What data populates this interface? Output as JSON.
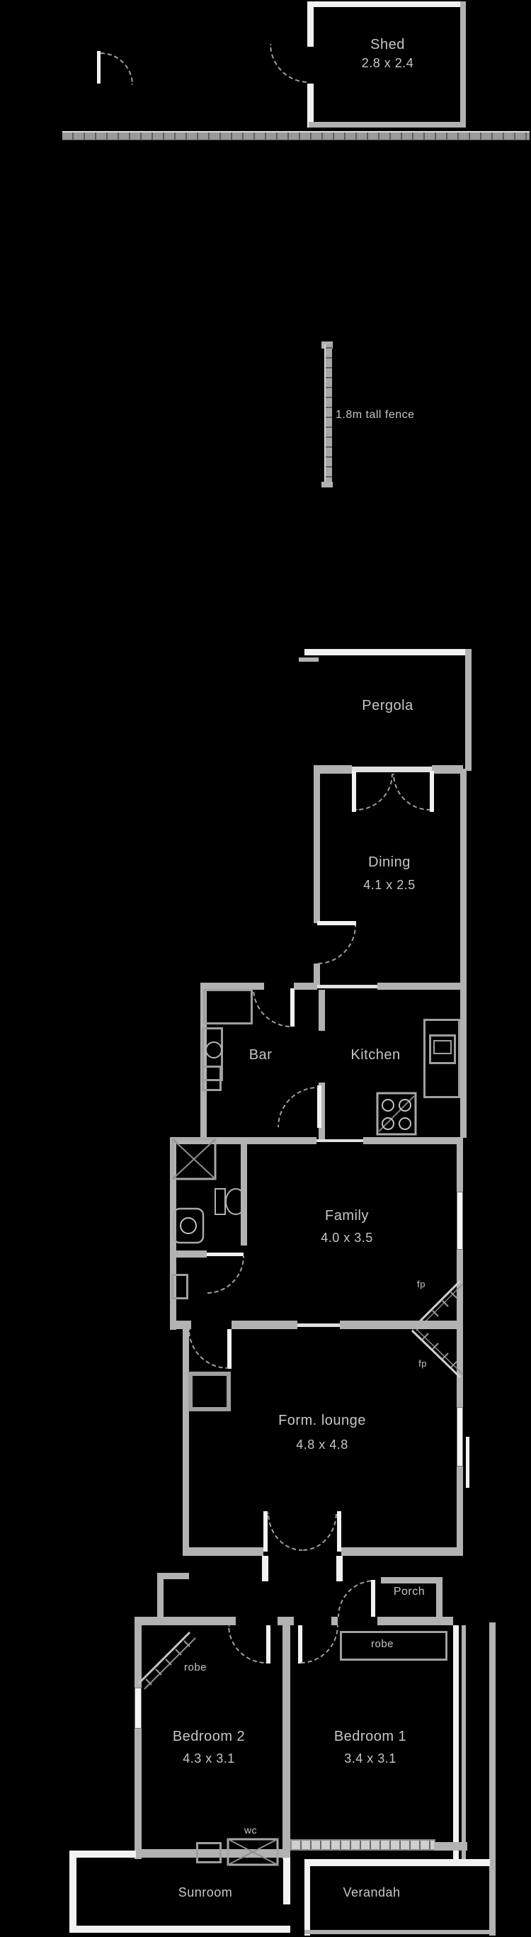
{
  "colors": {
    "background": "#000000",
    "wall": "#b2b2b2",
    "wall_white": "#f2f2f2",
    "label": "#c6c6c6",
    "arc": "#9f9f9f"
  },
  "site": {
    "shed": {
      "name": "Shed",
      "dims": "2.8 x 2.4"
    },
    "fence_note": "1.8m tall fence",
    "pergola": {
      "name": "Pergola"
    }
  },
  "rooms": {
    "dining": {
      "name": "Dining",
      "dims": "4.1 x 2.5"
    },
    "bar": {
      "name": "Bar"
    },
    "kitchen": {
      "name": "Kitchen"
    },
    "family": {
      "name": "Family",
      "dims": "4.0 x 3.5"
    },
    "formal_lounge": {
      "name": "Form. lounge",
      "dims": "4.8 x 4.8"
    },
    "porch": {
      "name": "Porch"
    },
    "bedroom1": {
      "name": "Bedroom 1",
      "dims": "3.4 x 3.1"
    },
    "bedroom2": {
      "name": "Bedroom 2",
      "dims": "4.3 x 3.1"
    },
    "sunroom": {
      "name": "Sunroom"
    },
    "verandah": {
      "name": "Verandah"
    }
  },
  "annotations": {
    "fireplace_family": "fp",
    "fireplace_lounge": "fp",
    "robe_bed1": "robe",
    "robe_bed2": "robe",
    "wc": "wc"
  },
  "fixtures": [
    "shower-icon",
    "toilet-icon",
    "vanity-icon",
    "sink-icon",
    "cooktop-icon",
    "oven-icon",
    "bench-icon",
    "fireplace-icon",
    "robe-icon",
    "wc-icon",
    "gate-icon",
    "door-arc-icon"
  ]
}
